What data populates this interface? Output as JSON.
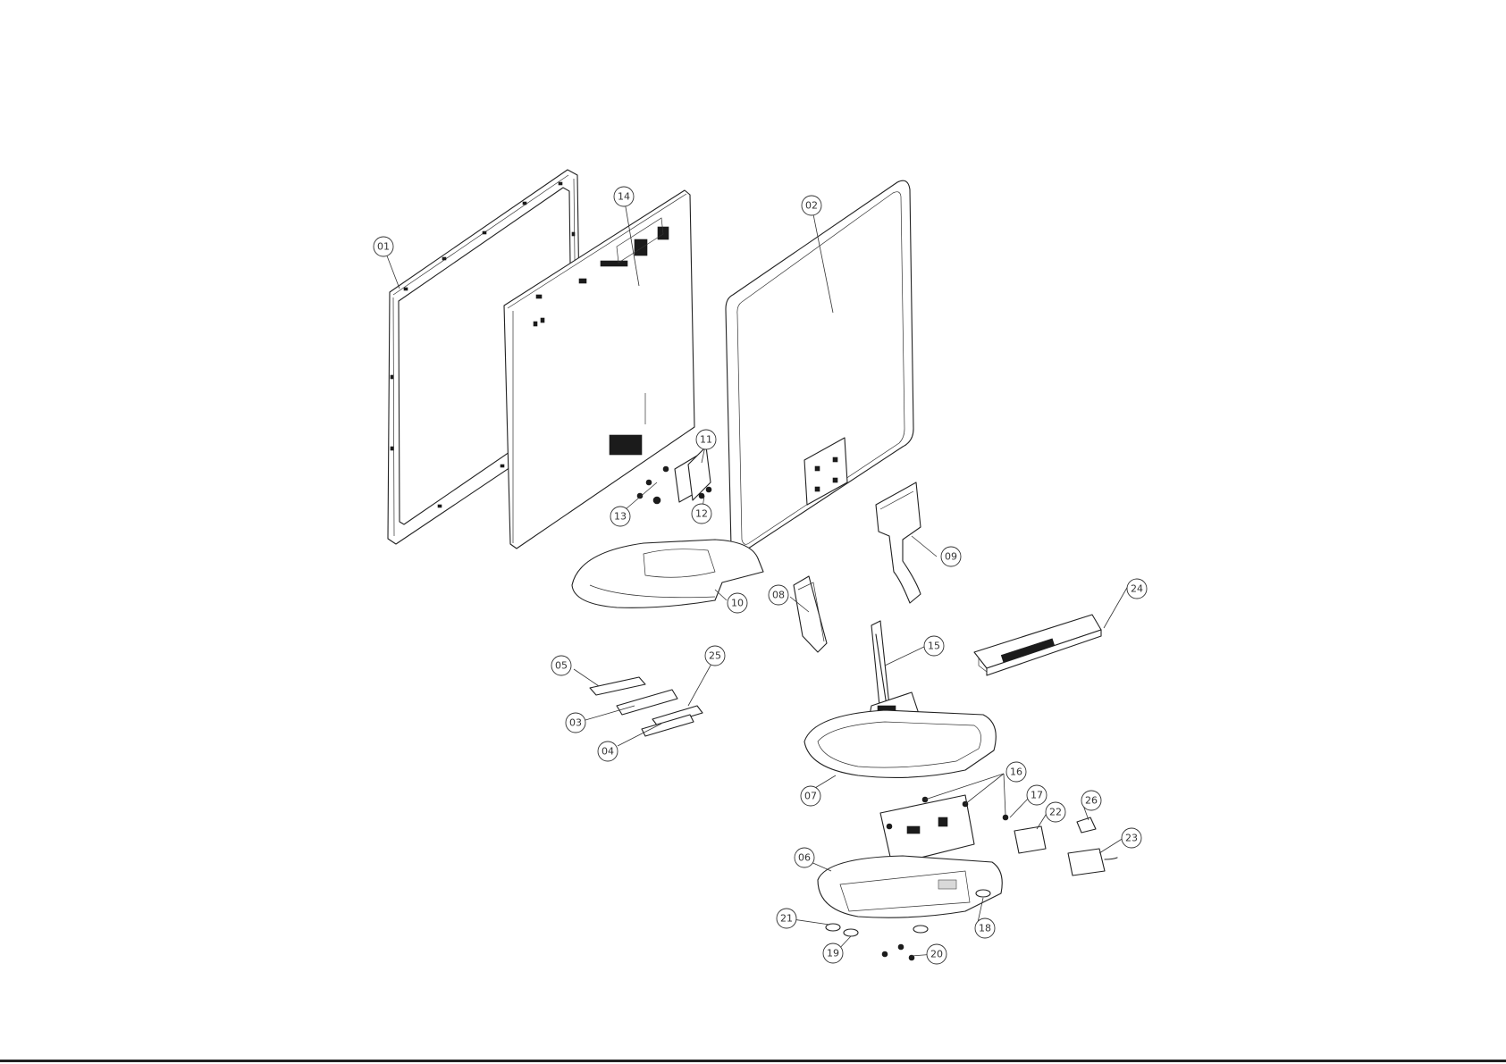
{
  "diagram": {
    "kind": "exploded-view",
    "callouts": [
      {
        "id": "bub-01",
        "label": "01"
      },
      {
        "id": "bub-14",
        "label": "14"
      },
      {
        "id": "bub-02",
        "label": "02"
      },
      {
        "id": "bub-11",
        "label": "11"
      },
      {
        "id": "bub-13",
        "label": "13"
      },
      {
        "id": "bub-12",
        "label": "12"
      },
      {
        "id": "bub-09",
        "label": "09"
      },
      {
        "id": "bub-10",
        "label": "10"
      },
      {
        "id": "bub-08",
        "label": "08"
      },
      {
        "id": "bub-24",
        "label": "24"
      },
      {
        "id": "bub-15",
        "label": "15"
      },
      {
        "id": "bub-05",
        "label": "05"
      },
      {
        "id": "bub-25",
        "label": "25"
      },
      {
        "id": "bub-03",
        "label": "03"
      },
      {
        "id": "bub-04",
        "label": "04"
      },
      {
        "id": "bub-07",
        "label": "07"
      },
      {
        "id": "bub-16",
        "label": "16"
      },
      {
        "id": "bub-17",
        "label": "17"
      },
      {
        "id": "bub-26",
        "label": "26"
      },
      {
        "id": "bub-22",
        "label": "22"
      },
      {
        "id": "bub-23",
        "label": "23"
      },
      {
        "id": "bub-06",
        "label": "06"
      },
      {
        "id": "bub-21",
        "label": "21"
      },
      {
        "id": "bub-18",
        "label": "18"
      },
      {
        "id": "bub-19",
        "label": "19"
      },
      {
        "id": "bub-20",
        "label": "20"
      }
    ]
  }
}
